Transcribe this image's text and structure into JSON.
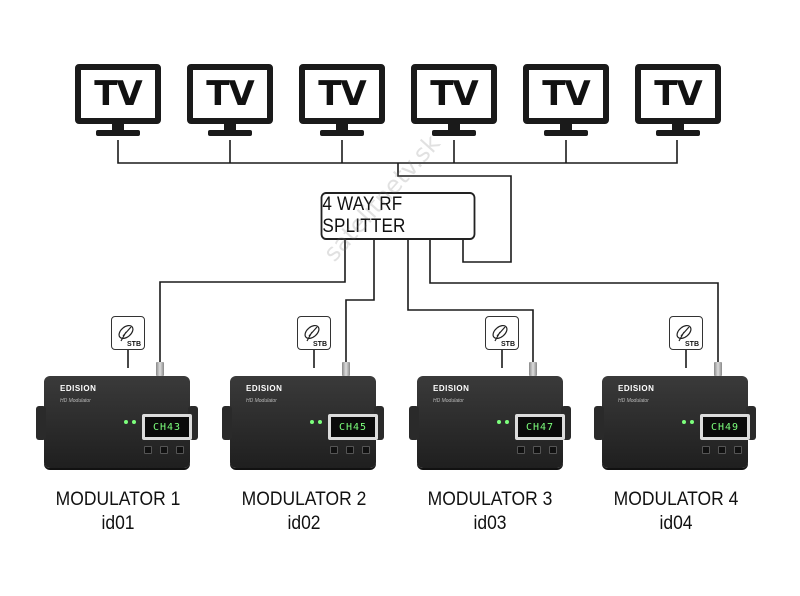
{
  "tvs": [
    {
      "label": "TV"
    },
    {
      "label": "TV"
    },
    {
      "label": "TV"
    },
    {
      "label": "TV"
    },
    {
      "label": "TV"
    },
    {
      "label": "TV"
    }
  ],
  "splitter": {
    "label": "4 WAY RF SPLITTER"
  },
  "watermark": "satelitnetv.sk",
  "modulators": [
    {
      "brand": "EDISION",
      "model": "HD Modulator",
      "channel": "CH43",
      "stb_label": "STB",
      "name": "MODULATOR 1",
      "id": "id01"
    },
    {
      "brand": "EDISION",
      "model": "HD Modulator",
      "channel": "CH45",
      "stb_label": "STB",
      "name": "MODULATOR 2",
      "id": "id02"
    },
    {
      "brand": "EDISION",
      "model": "HD Modulator",
      "channel": "CH47",
      "stb_label": "STB",
      "name": "MODULATOR 3",
      "id": "id03"
    },
    {
      "brand": "EDISION",
      "model": "HD Modulator",
      "channel": "CH49",
      "stb_label": "STB",
      "name": "MODULATOR 4",
      "id": "id04"
    }
  ],
  "colors": {
    "line": "#1a1a1a",
    "display_text": "#7cff7c",
    "device_body": "#2a2a2a"
  }
}
